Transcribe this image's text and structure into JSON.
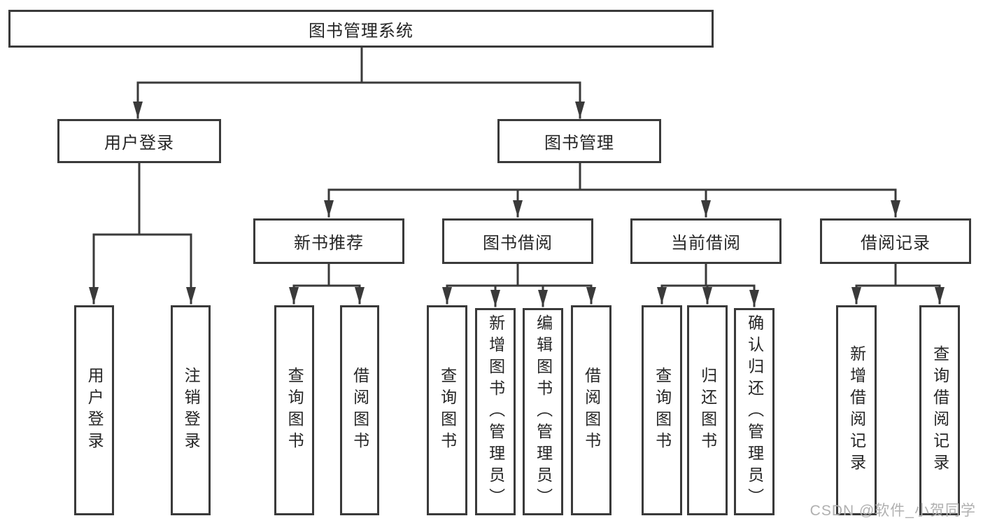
{
  "diagram": {
    "root": {
      "label": "图书管理系统"
    },
    "branches": [
      {
        "label": "用户登录",
        "children": [
          {
            "label": "用户登录"
          },
          {
            "label": "注销登录"
          }
        ]
      },
      {
        "label": "图书管理",
        "children": [
          {
            "label": "新书推荐",
            "children": [
              {
                "label": "查询图书"
              },
              {
                "label": "借阅图书"
              }
            ]
          },
          {
            "label": "图书借阅",
            "children": [
              {
                "label": "查询图书"
              },
              {
                "label": "新增图书（管理员）"
              },
              {
                "label": "编辑图书（管理员）"
              },
              {
                "label": "借阅图书"
              }
            ]
          },
          {
            "label": "当前借阅",
            "children": [
              {
                "label": "查询图书"
              },
              {
                "label": "归还图书"
              },
              {
                "label": "确认归还（管理员）"
              }
            ]
          },
          {
            "label": "借阅记录",
            "children": [
              {
                "label": "新增借阅记录"
              },
              {
                "label": "查询借阅记录"
              }
            ]
          }
        ]
      }
    ],
    "watermark": "CSDN @软件_小贺同学",
    "colors": {
      "line": "#3a3a3a",
      "text": "#262626",
      "watermark": "#b0b0b0",
      "background": "#ffffff"
    }
  }
}
